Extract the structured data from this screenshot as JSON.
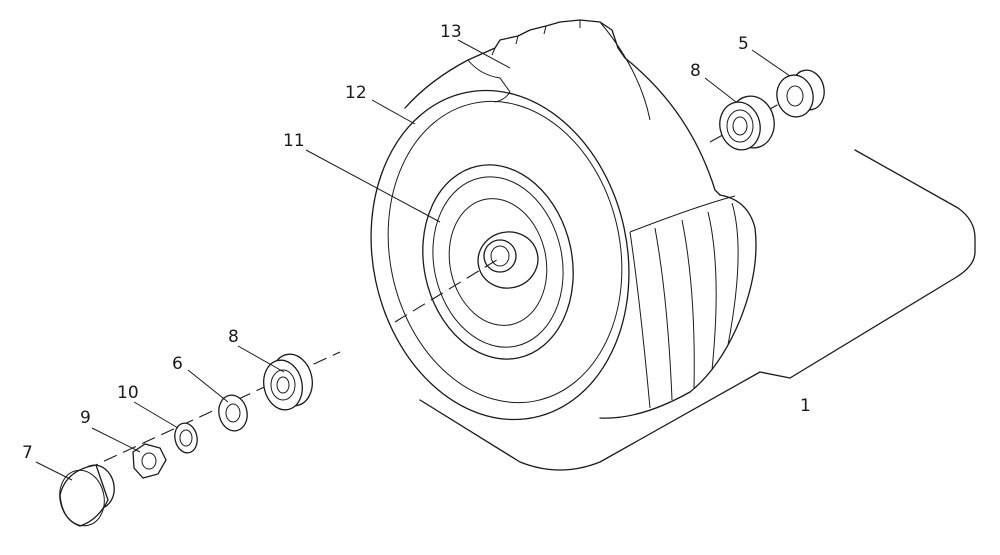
{
  "callouts": {
    "c1": "1",
    "c5": "5",
    "c6": "6",
    "c7": "7",
    "c8_top": "8",
    "c8_bottom": "8",
    "c9": "9",
    "c10": "10",
    "c11": "11",
    "c12": "12",
    "c13": "13"
  }
}
